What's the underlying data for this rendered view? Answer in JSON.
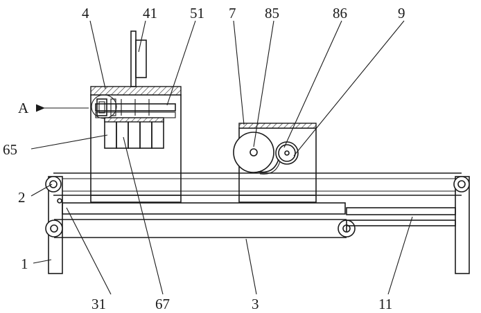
{
  "labels": {
    "l4": "4",
    "l41": "41",
    "l51": "51",
    "l7": "7",
    "l85": "85",
    "l86": "86",
    "l9": "9",
    "lA": "A",
    "l65": "65",
    "l2": "2",
    "l1": "1",
    "l31": "31",
    "l67": "67",
    "l3": "3",
    "l11": "11"
  },
  "colors": {
    "line": "#1a1a1a",
    "background": "#ffffff"
  }
}
